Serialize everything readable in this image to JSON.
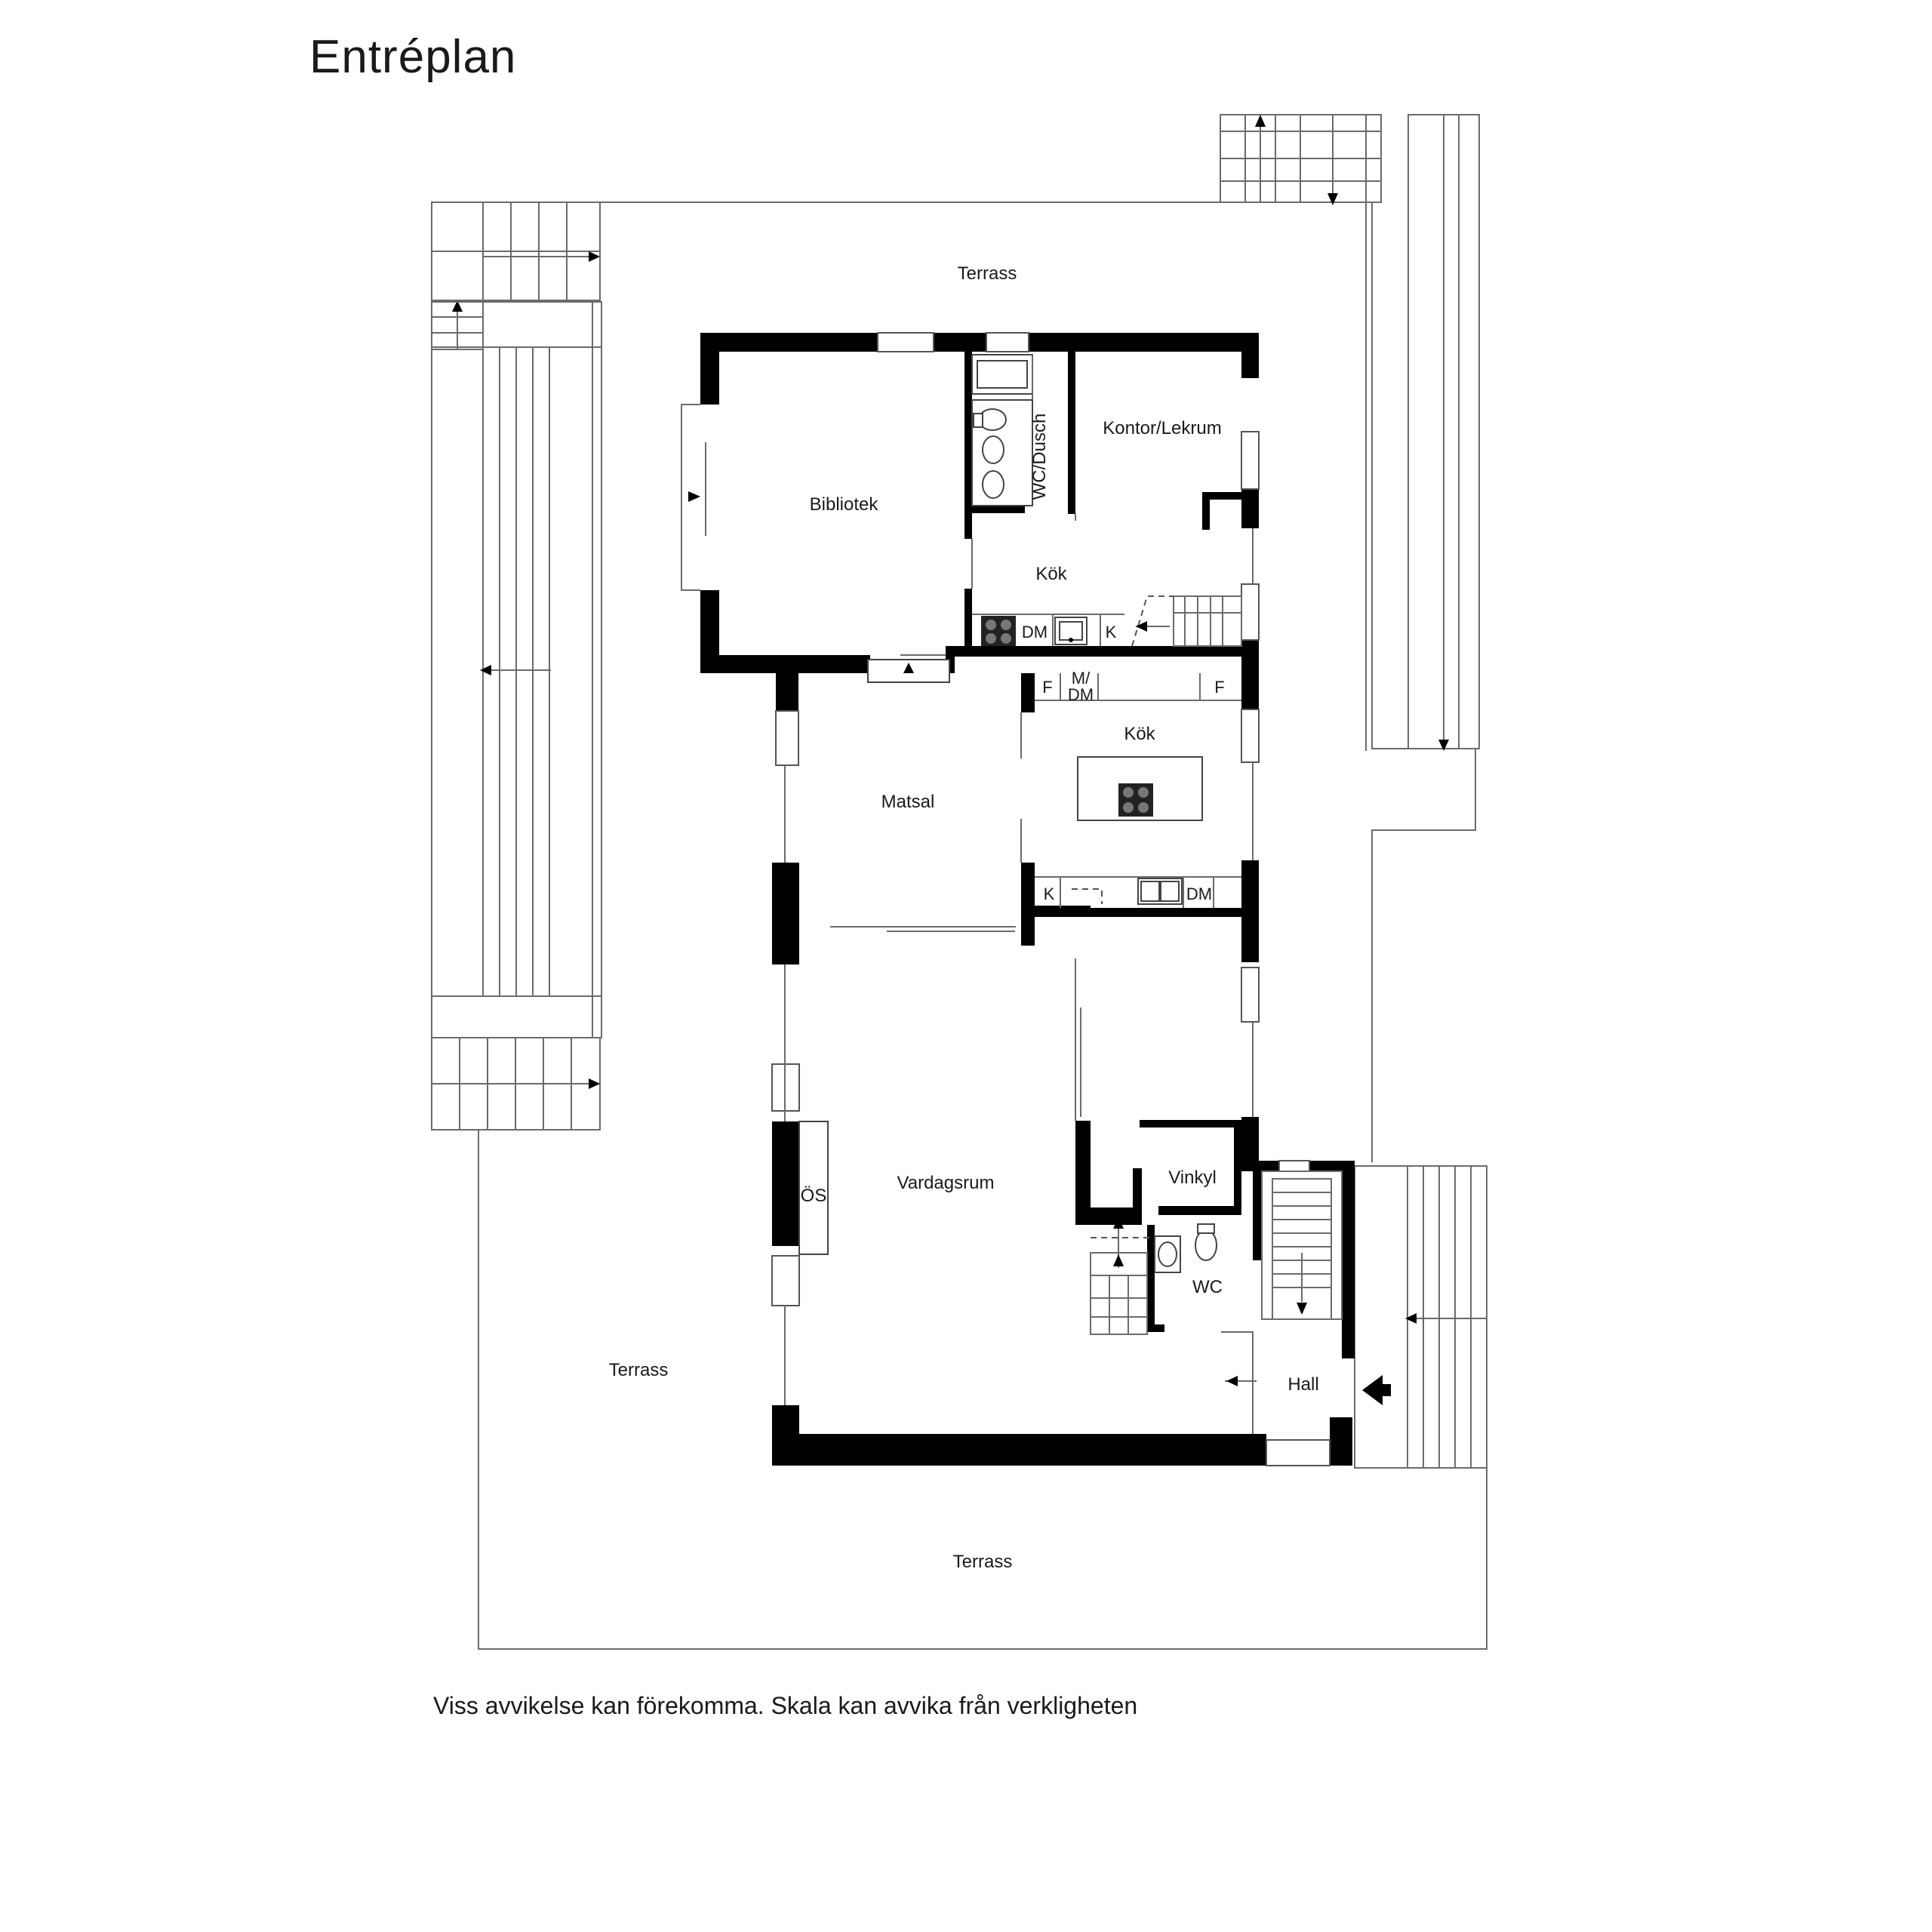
{
  "title": "Entréplan",
  "disclaimer": "Viss avvikelse kan förekomma. Skala kan avvika från verkligheten",
  "rooms": {
    "terrace_top": "Terrass",
    "terrace_left": "Terrass",
    "terrace_bottom": "Terrass",
    "library": "Bibliotek",
    "wc_shower": "WC/Dusch",
    "office": "Kontor/Lekrum",
    "kitchen_upper": "Kök",
    "kitchen_lower": "Kök",
    "dining": "Matsal",
    "living": "Vardagsrum",
    "vinkyl": "Vinkyl",
    "wc": "WC",
    "hall": "Hall",
    "fireplace": "ÖS"
  },
  "appliances": {
    "dm_upper": "DM",
    "k_upper": "K",
    "f_left": "F",
    "m_dm_line1": "M/",
    "m_dm_line2": "DM",
    "f_right": "F",
    "k_lower": "K",
    "dm_lower": "DM"
  }
}
